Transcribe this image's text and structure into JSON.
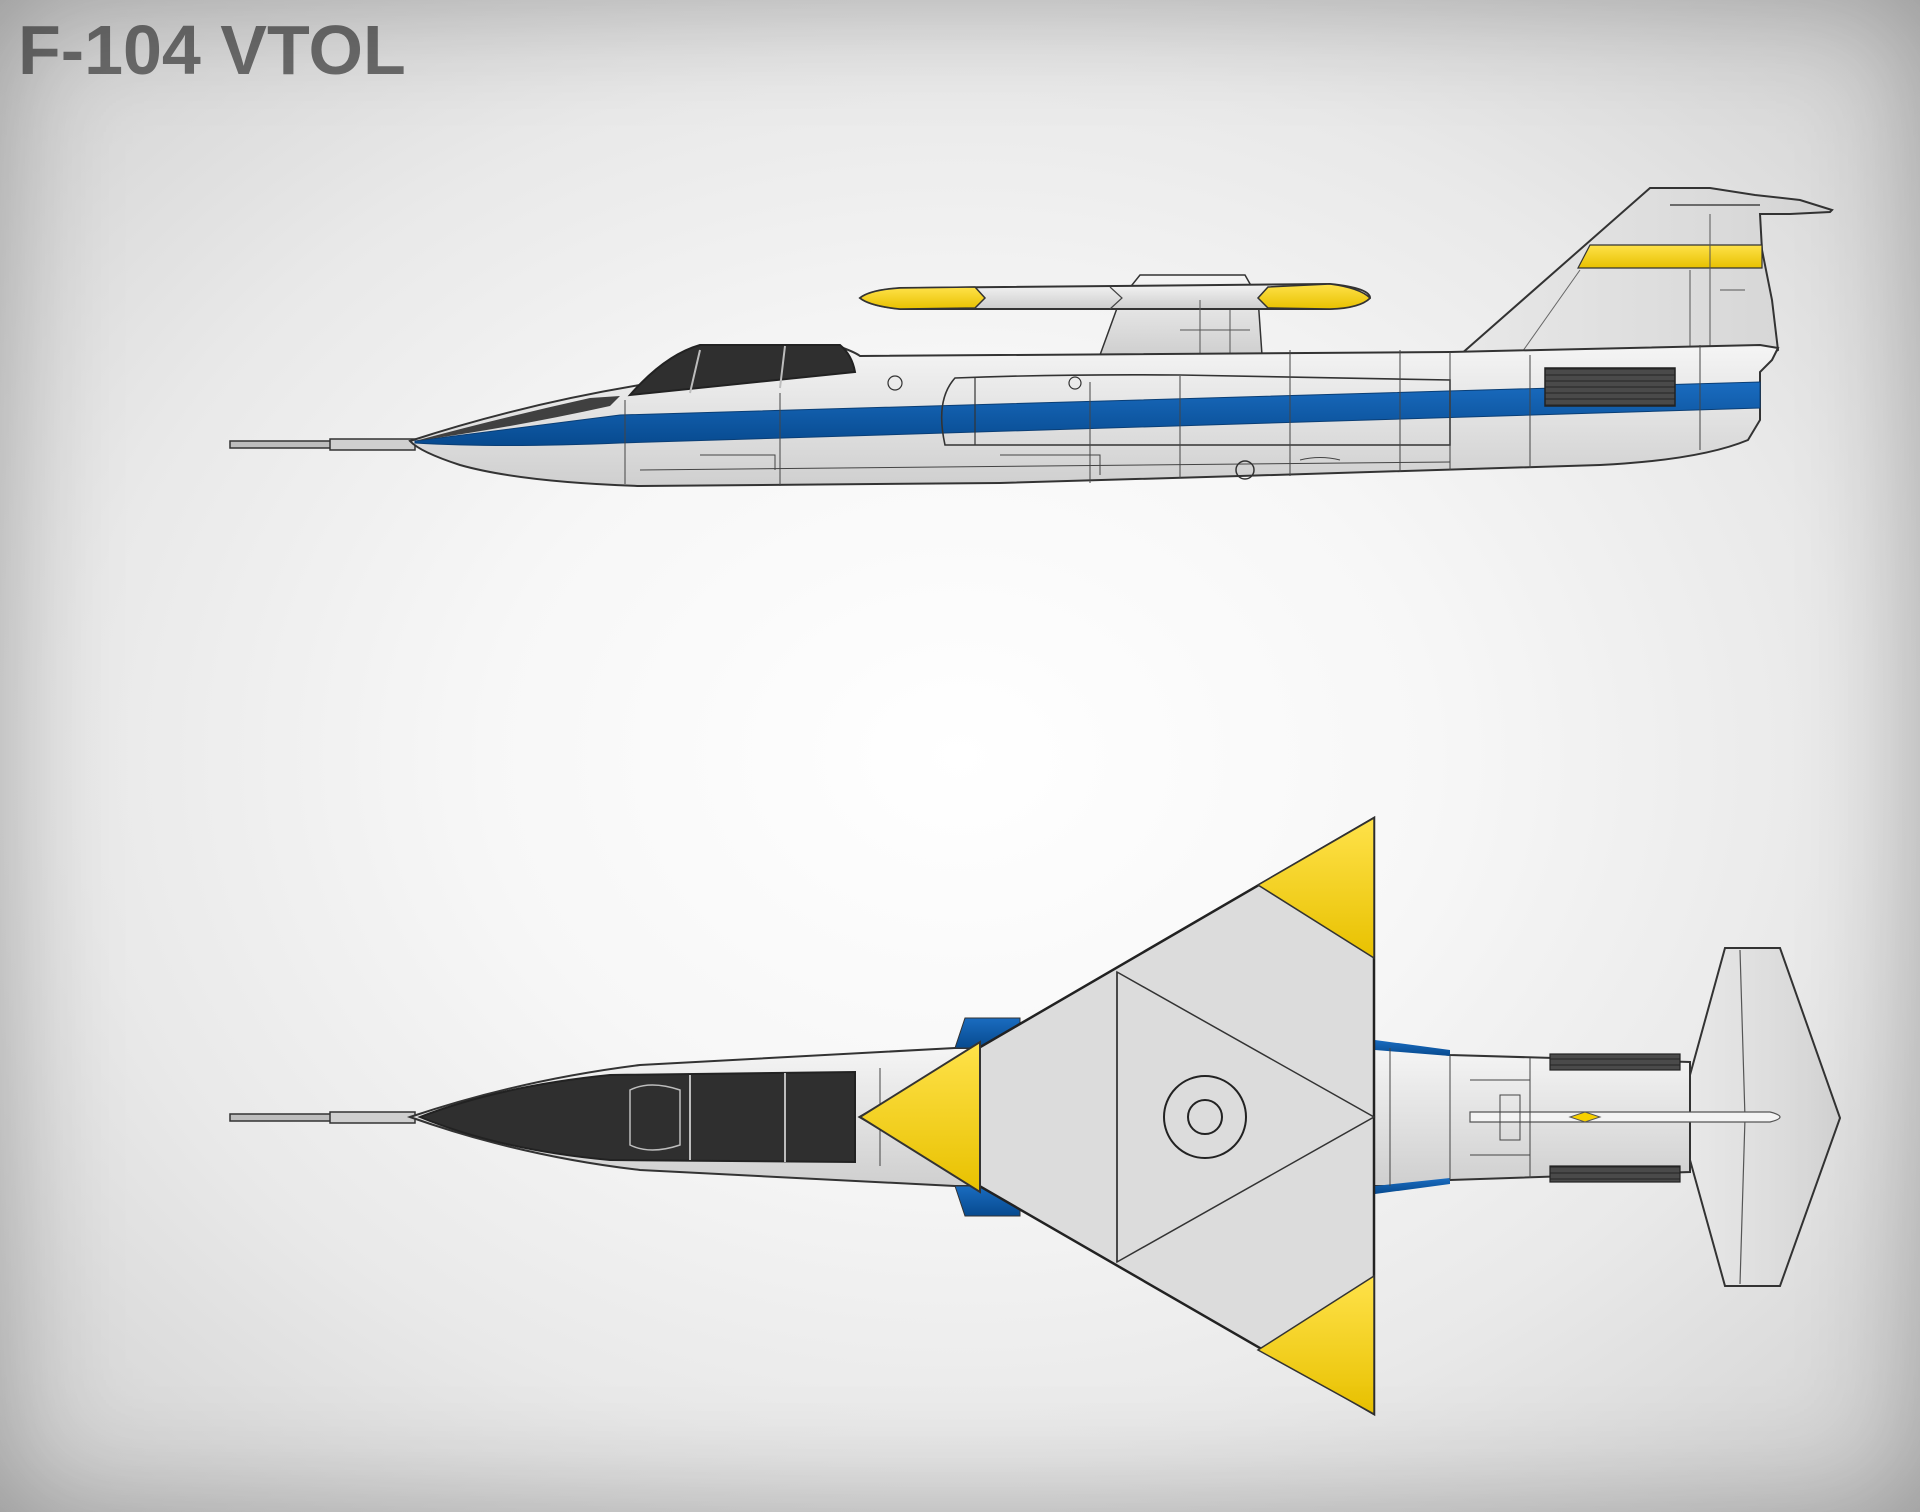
{
  "title": "F-104 VTOL",
  "colors": {
    "background": "#f4f4f4",
    "title_text": "#6a6a6a",
    "fuselage_fill": "#e6e6e6",
    "panel_line": "#3a3a3a",
    "stripe_blue": "#0a5aa8",
    "accent_yellow": "#f7d000",
    "canopy_dark": "#2f2f2f",
    "exhaust_grille": "#3c3c3c"
  },
  "views": [
    {
      "name": "side-profile",
      "icon": "aircraft-side-view-icon"
    },
    {
      "name": "top-planform",
      "icon": "aircraft-top-view-icon"
    }
  ]
}
